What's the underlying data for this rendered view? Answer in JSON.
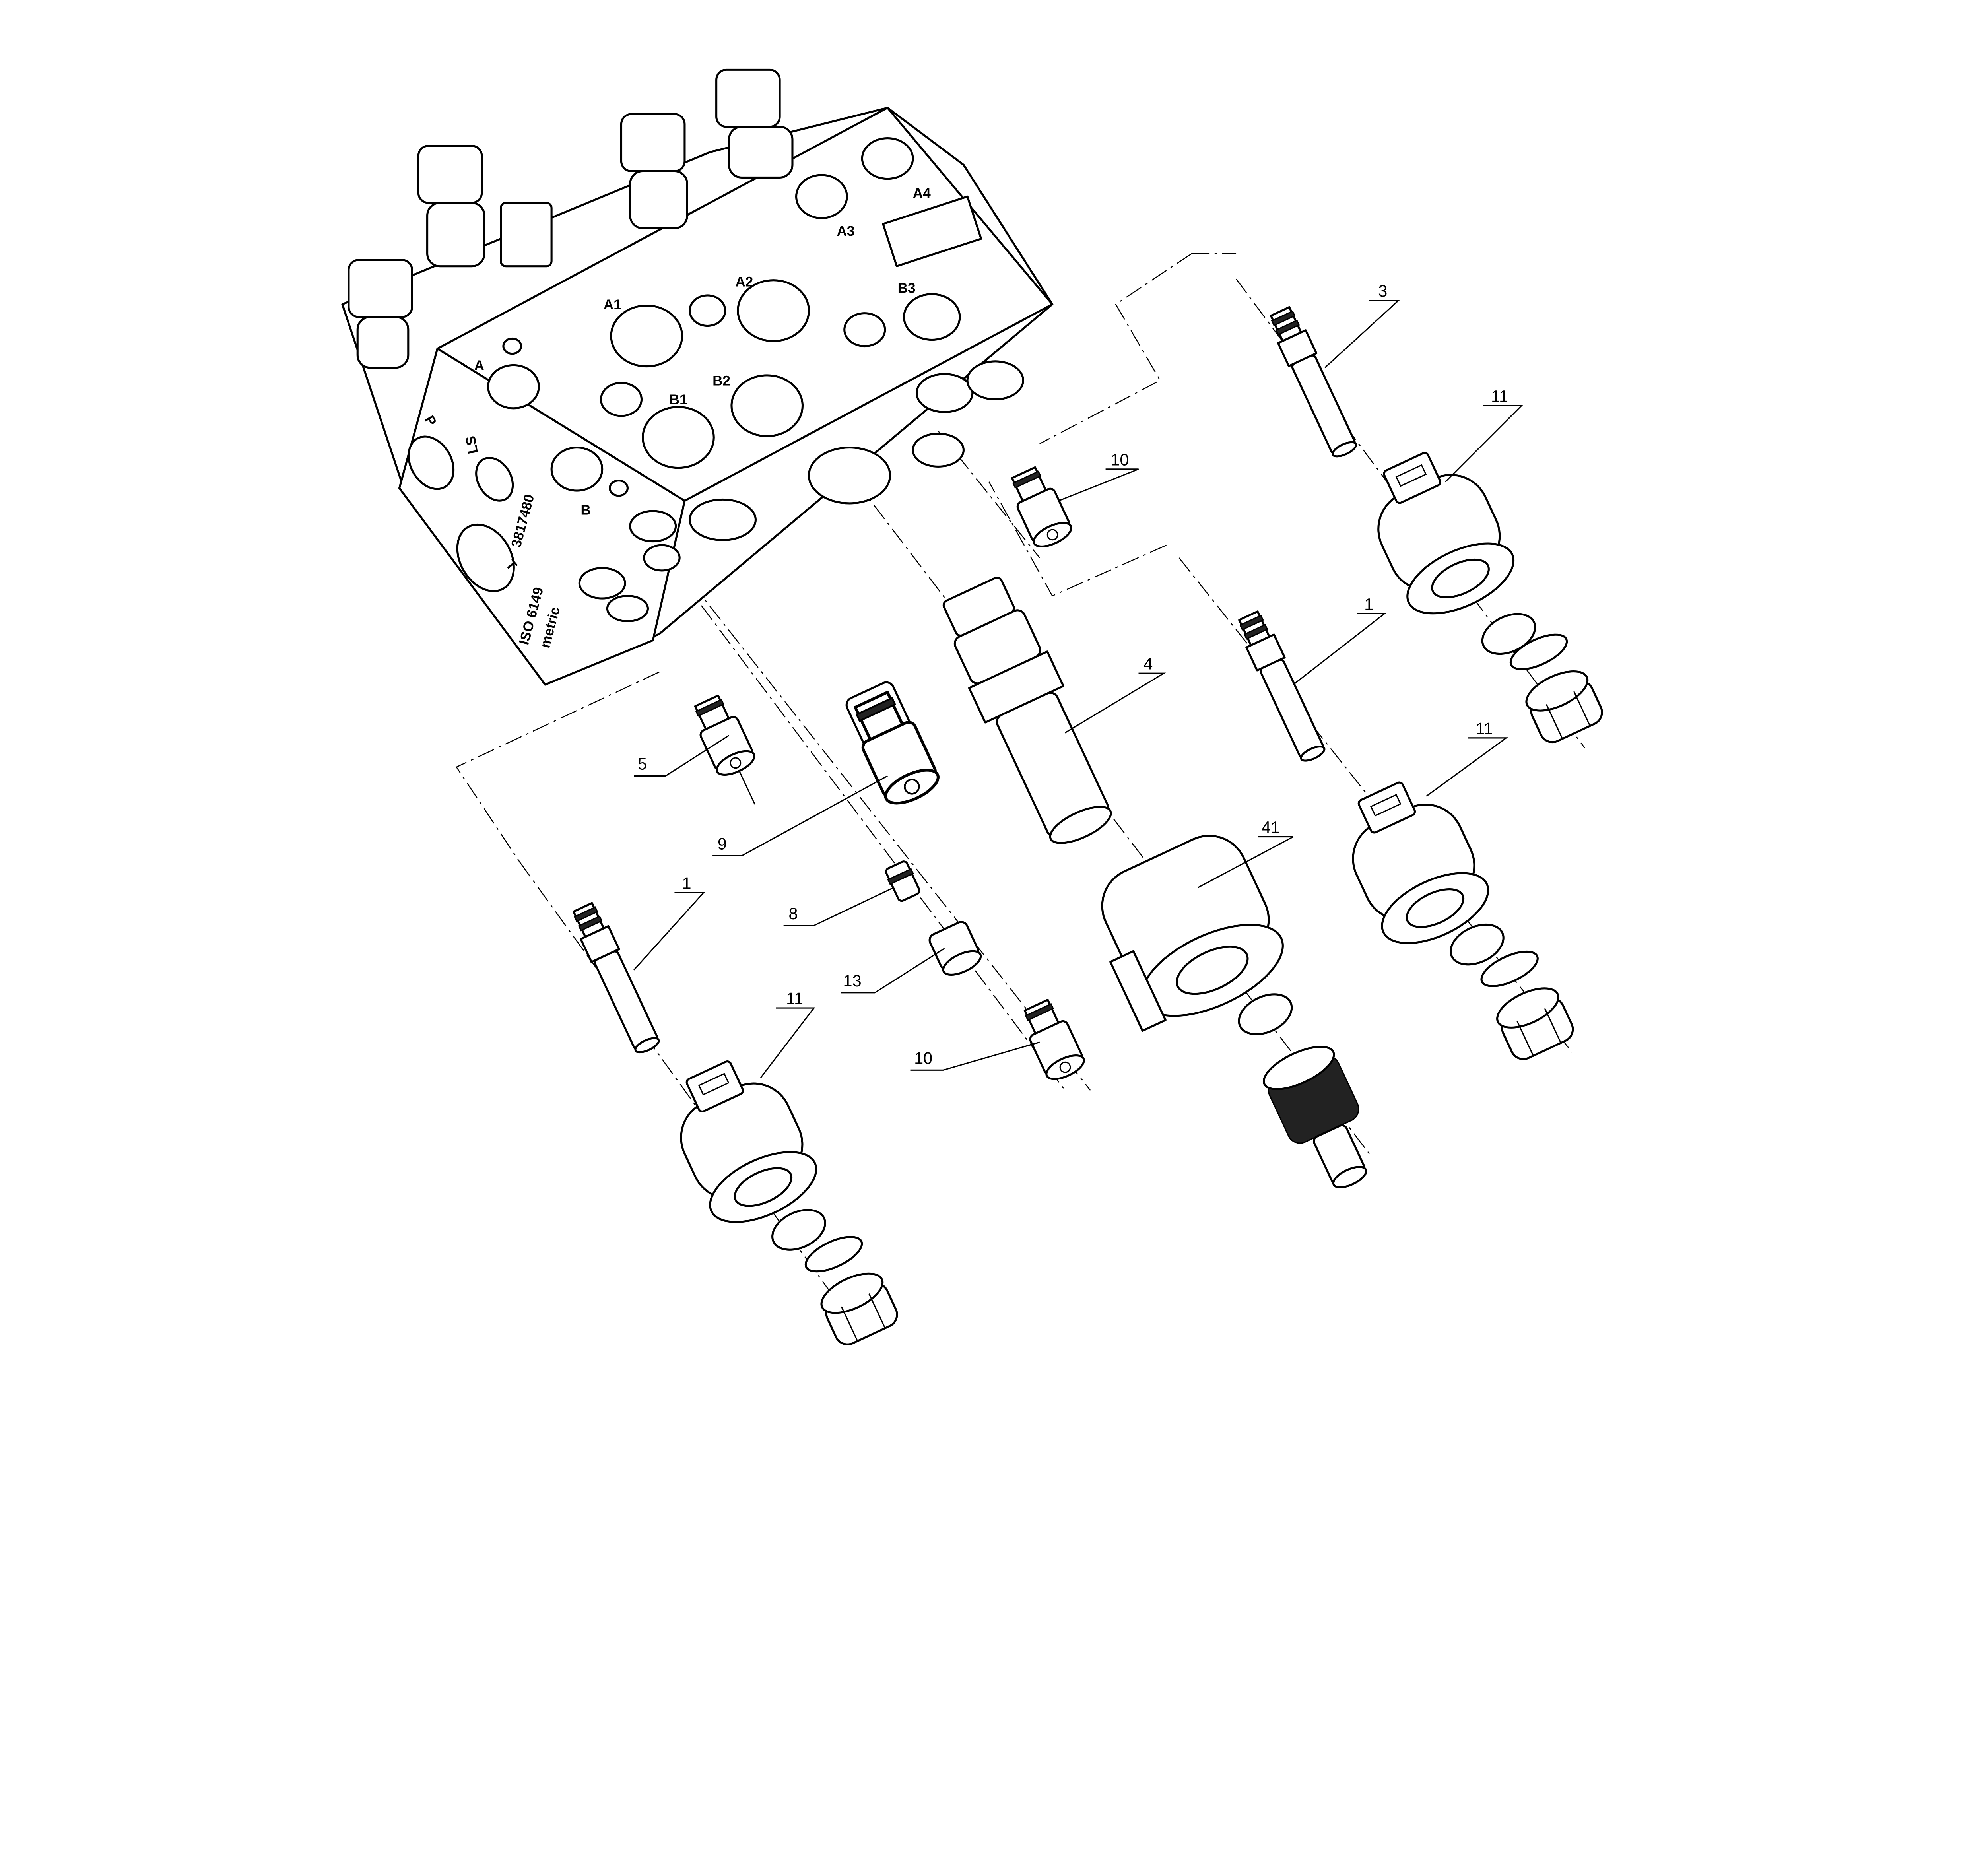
{
  "drawing": {
    "block_ports": {
      "A": "A",
      "A1": "A1",
      "A2": "A2",
      "A3": "A3",
      "A4": "A4",
      "B": "B",
      "B1": "B1",
      "B2": "B2",
      "B3": "B3",
      "P": "P",
      "LS": "LS",
      "T": "T"
    },
    "block_marking": {
      "part_no": "3817480",
      "standard": "ISO 6149",
      "thread": "metric"
    },
    "callouts": [
      {
        "id": "c3",
        "label": "3"
      },
      {
        "id": "c11a",
        "label": "11"
      },
      {
        "id": "c10a",
        "label": "10"
      },
      {
        "id": "c1a",
        "label": "1"
      },
      {
        "id": "c4",
        "label": "4"
      },
      {
        "id": "c11b",
        "label": "11"
      },
      {
        "id": "c5",
        "label": "5"
      },
      {
        "id": "c9",
        "label": "9"
      },
      {
        "id": "c41",
        "label": "41"
      },
      {
        "id": "c1b",
        "label": "1"
      },
      {
        "id": "c8",
        "label": "8"
      },
      {
        "id": "c13",
        "label": "13"
      },
      {
        "id": "c11c",
        "label": "11"
      },
      {
        "id": "c10b",
        "label": "10"
      }
    ]
  }
}
